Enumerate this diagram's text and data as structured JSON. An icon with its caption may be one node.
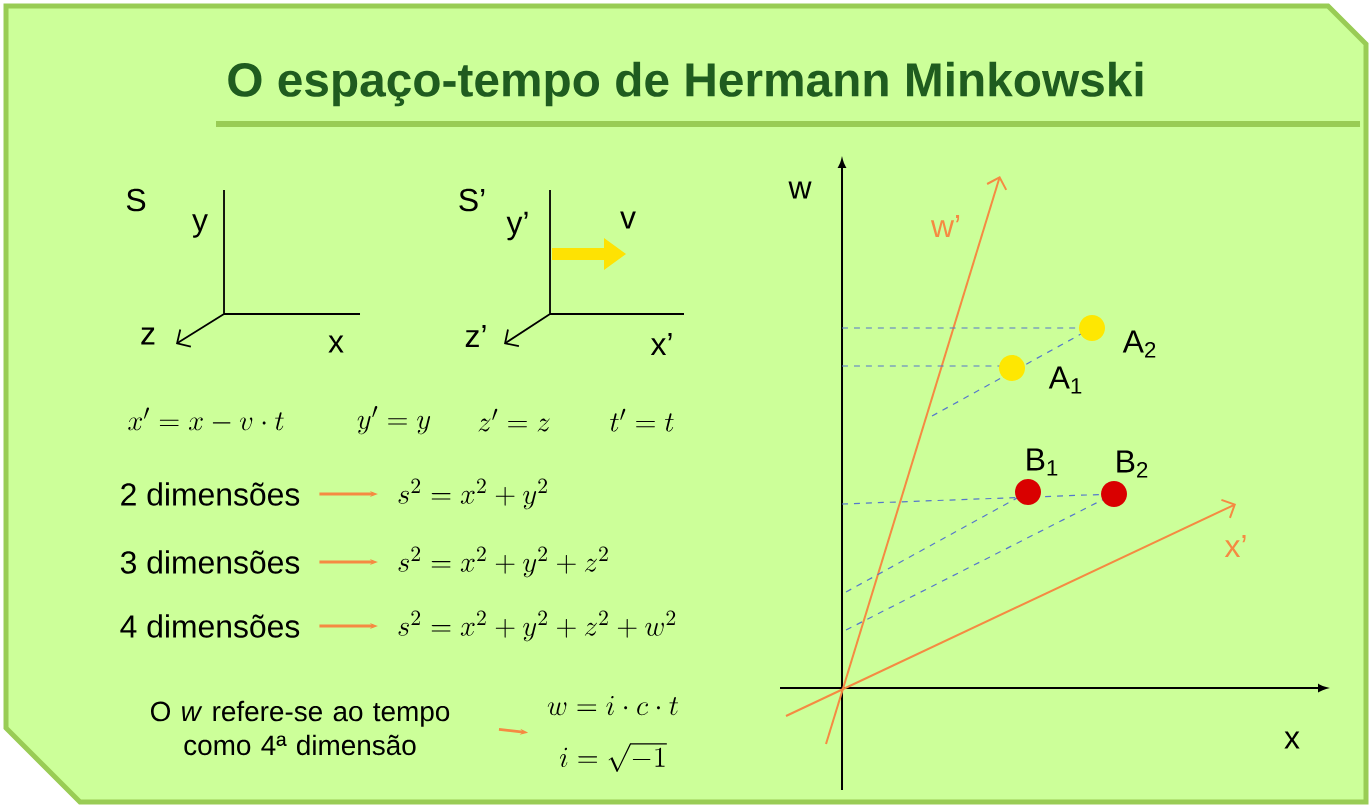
{
  "diagram": {
    "title": "O espaço-tempo de Hermann Minkowski",
    "nodes": [
      {
        "text": [
          "2 dimensões"
        ]
      },
      {
        "text": [
          "s^{2} = x^{2} + y^{2}"
        ]
      },
      {
        "text": [
          "3 dimensões"
        ]
      },
      {
        "text": [
          "s^{2} = x^{2} + y^{2} + z^{2}"
        ]
      },
      {
        "text": [
          "4 dimensões"
        ]
      },
      {
        "text": [
          "s^{2} = x^{2} + y^{2} + z^{2} + w^{2}"
        ]
      },
      {
        "text": [
          "O *w* refere-se ao tempo como 4ª dimensão"
        ]
      },
      {
        "text": [
          "w = i \\cdot c \\cdot t",
          "i = \\sqrt{-1}"
        ]
      },
      {
        "text": [],
        "shape": "circle",
        "beside": [
          "A$_{2}$"
        ]
      },
      {
        "text": [],
        "shape": "circle",
        "beside": [
          "A$_{1}$"
        ]
      },
      {
        "text": [],
        "shape": "circle",
        "beside": [
          "B$_{1}$"
        ]
      },
      {
        "text": [],
        "shape": "circle",
        "beside": [
          "B$_{2}$"
        ]
      }
    ],
    "edges": [
      {
        "from": 0,
        "to": 1,
        "arrow": "to"
      },
      {
        "from": 2,
        "to": 3,
        "arrow": "to"
      },
      {
        "from": 4,
        "to": 5,
        "arrow": "to"
      },
      {
        "from": 6,
        "to": 7,
        "arrow": "to"
      }
    ],
    "labels": [
      "S",
      "y",
      "z",
      "x",
      "S’",
      "y’",
      "v",
      "z’",
      "x’",
      "x' = x - v \\cdot t",
      "y' = y",
      "z' = z",
      "t' = t",
      "w",
      "w’",
      "x’",
      "x"
    ]
  }
}
